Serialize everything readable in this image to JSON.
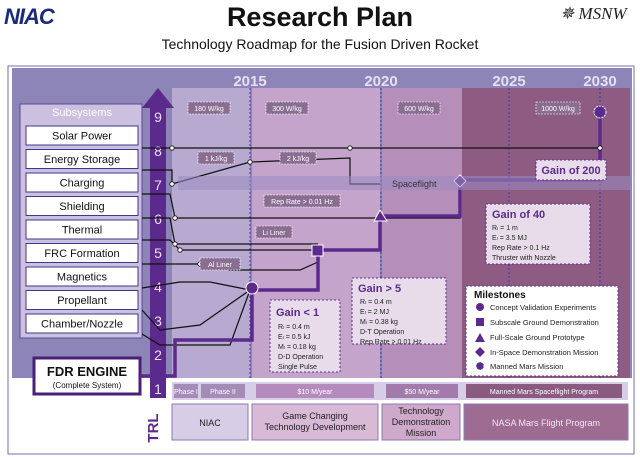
{
  "header": {
    "title": "Research Plan",
    "subtitle": "Technology Roadmap for the Fusion Driven Rocket",
    "logo_left": "NIAC",
    "logo_right": "MSNW"
  },
  "years": [
    "2015",
    "2020",
    "2025",
    "2030"
  ],
  "subsystems_heading": "Subsystems",
  "subsystems": [
    "Solar Power",
    "Energy Storage",
    "Charging",
    "Shielding",
    "Thermal",
    "FRC Formation",
    "Magnetics",
    "Propellant",
    "Chamber/Nozzle"
  ],
  "engine": {
    "title": "FDR ENGINE",
    "subtitle": "(Complete System)"
  },
  "trl_axis": {
    "label": "TRL",
    "levels": [
      "1",
      "2",
      "3",
      "4",
      "5",
      "6",
      "7",
      "8",
      "9"
    ]
  },
  "tags": {
    "w180": "180 W/kg",
    "w300": "300 W/kg",
    "w600": "600 W/kg",
    "w1000": "1000 W/kg",
    "kj1": "1 kJ/kg",
    "kj2": "2 kJ/kg",
    "rep": "Rep Rate > 0.01 Hz",
    "liner": "Li Liner",
    "al_liner": "Al Liner",
    "spaceflight": "Spaceflight"
  },
  "gain_boxes": {
    "g1": {
      "title": "Gain  < 1",
      "lines": [
        "Rₗ = 0.4 m",
        "Eₗ = 0.5 kJ",
        "Mₗ = 0.18 kg",
        "D-D Operation",
        "Single Pulse"
      ]
    },
    "g5": {
      "title": "Gain  > 5",
      "lines": [
        "Rₗ = 0.4 m",
        "Eₗ = 2 MJ",
        "Mₗ = 0.38 kg",
        "D-T Operation",
        "Rep Rate > 0.01 Hz"
      ]
    },
    "g40": {
      "title": "Gain of 40",
      "lines": [
        "Rₗ = 1 m",
        "Eₗ = 3.5 MJ",
        "Rep Rate > 0.1 Hz",
        "Thruster with Nozzle"
      ]
    },
    "g200": {
      "title": "Gain of 200"
    }
  },
  "milestones": {
    "title": "Milestones",
    "items": [
      "Concept Validation Experiments",
      "Subscale Ground Demonstration",
      "Full-Scale Ground Prototype",
      "In-Space Demonstration Mission",
      "Manned Mars Mission"
    ]
  },
  "phase_bar": [
    "Phase I",
    "Phase II",
    "$10 M/year",
    "$50 M/year",
    "Manned Mars Spaceflight Program"
  ],
  "programs": [
    "NIAC",
    "Game Changing Technology Development",
    "Technology Demonstration Mission",
    "NASA Mars Flight Program"
  ],
  "colors": {
    "purple": "#5b2a8c",
    "bg_lilac": "#8a7fb3",
    "panel_pink": "#c9a2c7",
    "dark_maroon": "#6d3a5e"
  }
}
